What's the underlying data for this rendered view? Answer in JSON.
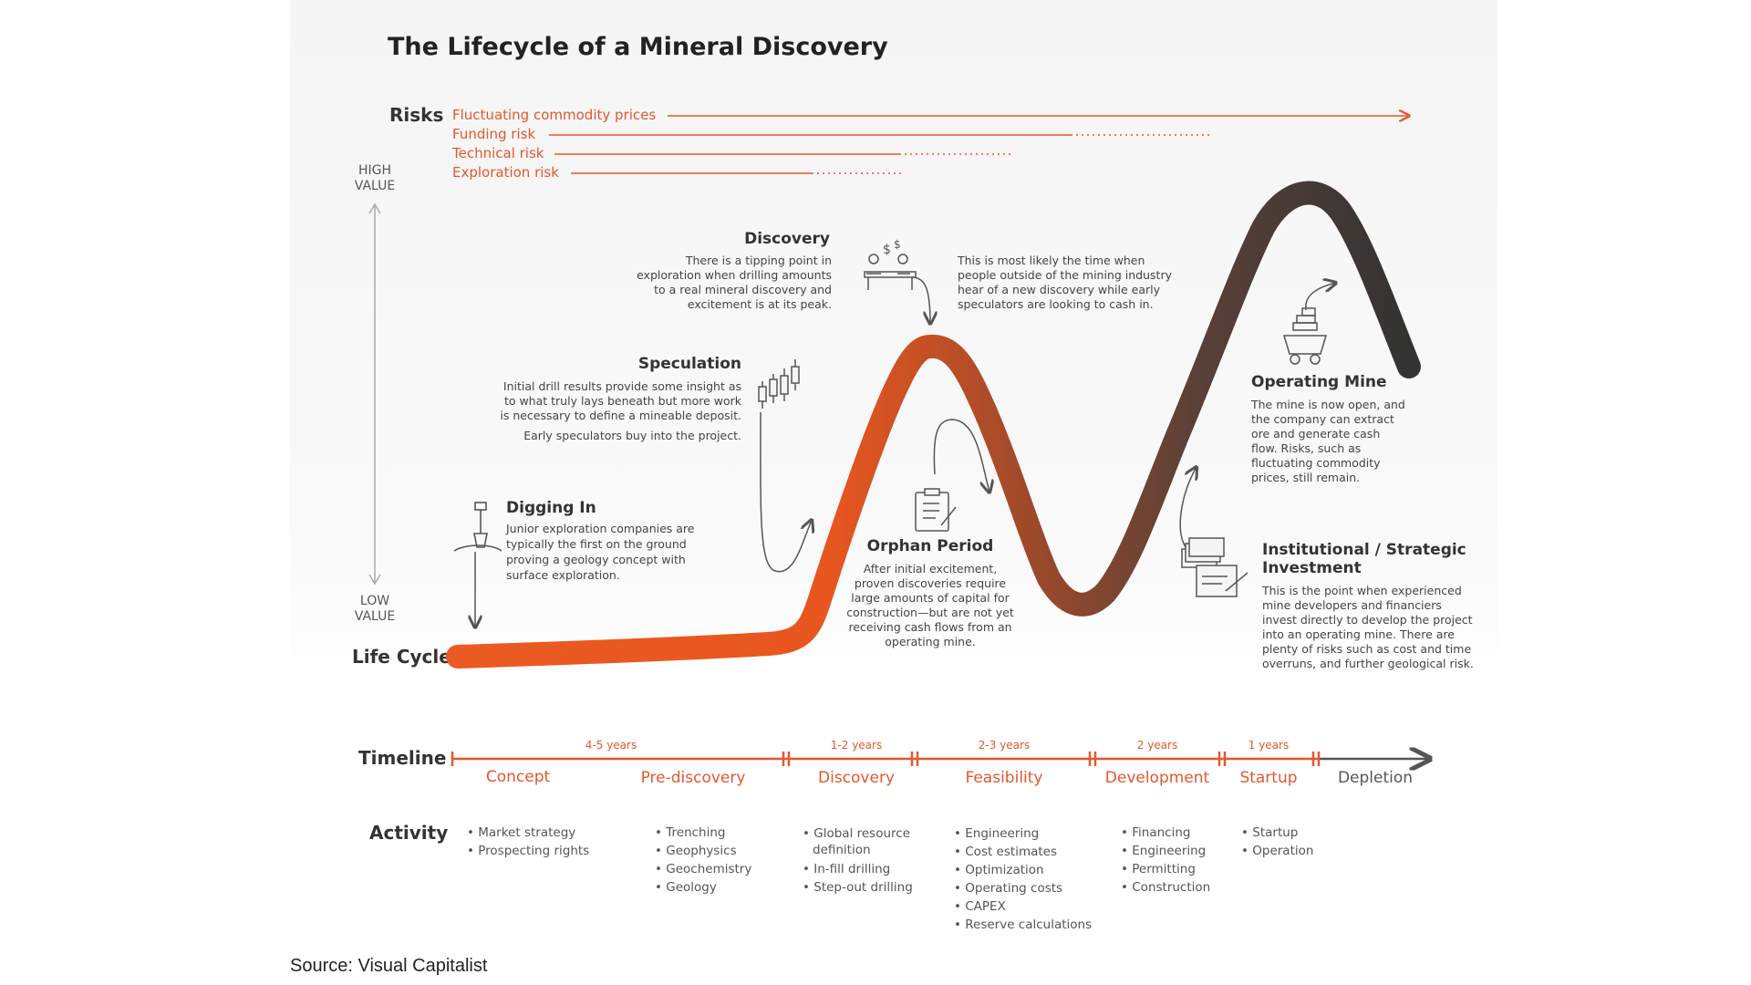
{
  "title": "The Lifecycle of a Mineral Discovery",
  "risks": {
    "heading": "Risks",
    "items": [
      {
        "label": "Fluctuating commodity prices"
      },
      {
        "label": "Funding risk"
      },
      {
        "label": "Technical risk"
      },
      {
        "label": "Exploration risk"
      }
    ]
  },
  "value_axis": {
    "high": [
      "HIGH",
      "VALUE"
    ],
    "low": [
      "LOW",
      "VALUE"
    ]
  },
  "life_cycle_label": "Life Cycle",
  "stages": {
    "digging_in": {
      "heading": "Digging In",
      "lines": [
        "Junior exploration companies are",
        "typically the first on the ground",
        "proving a geology concept with",
        "surface exploration."
      ]
    },
    "speculation": {
      "heading": "Speculation",
      "lines": [
        "Initial drill results provide some insight as",
        "to what truly lays beneath but more work",
        "is necessary to define a mineable deposit.",
        "Early speculators buy into the project."
      ]
    },
    "discovery": {
      "heading": "Discovery",
      "lines": [
        "There is a tipping point in",
        "exploration when drilling amounts",
        "to a real mineral discovery and",
        "excitement is at its peak."
      ]
    },
    "discovery_note": {
      "lines": [
        "This is most likely the time when",
        "people outside of the mining industry",
        "hear of a new discovery while early",
        "speculators are looking to cash in."
      ]
    },
    "orphan": {
      "heading": "Orphan Period",
      "lines": [
        "After initial excitement,",
        "proven discoveries require",
        "large amounts of capital for",
        "construction—but are not yet",
        "receiving cash flows from an",
        "operating mine."
      ]
    },
    "institutional": {
      "heading": [
        "Institutional / Strategic",
        "Investment"
      ],
      "lines": [
        "This is the point when experienced",
        "mine developers and financiers",
        "invest directly to develop the project",
        "into an operating mine. There are",
        "plenty of risks such as cost and time",
        "overruns, and further geological risk."
      ]
    },
    "operating": {
      "heading": "Operating Mine",
      "lines": [
        "The mine is now open, and",
        "the company can extract",
        "ore and generate cash",
        "flow. Risks, such as",
        "fluctuating commodity",
        "prices, still remain."
      ]
    }
  },
  "timeline": {
    "heading": "Timeline",
    "durations": [
      "4-5 years",
      "1-2 years",
      "2-3 years",
      "2 years",
      "1 years"
    ],
    "phases": [
      "Concept",
      "Pre-discovery",
      "Discovery",
      "Feasibility",
      "Development",
      "Startup",
      "Depletion"
    ]
  },
  "activity": {
    "heading": "Activity",
    "columns": [
      [
        "• Market strategy",
        "• Prospecting rights"
      ],
      [
        "• Trenching",
        "• Geophysics",
        "• Geochemistry",
        "• Geology"
      ],
      [
        "• Global resource",
        "definition",
        "• In-fill drilling",
        "• Step-out drilling"
      ],
      [
        "• Engineering",
        "• Cost estimates",
        "• Optimization",
        "• Operating costs",
        "• CAPEX",
        "• Reserve calculations"
      ],
      [
        "• Financing",
        "• Engineering",
        "• Permitting",
        "• Construction"
      ],
      [
        "• Startup",
        "• Operation"
      ]
    ]
  },
  "source": "Source: Visual Capitalist",
  "colors": {
    "accent": "#e4572e",
    "curve_start": "#ec5a24",
    "curve_end": "#3a3a3a",
    "text": "#333333"
  }
}
